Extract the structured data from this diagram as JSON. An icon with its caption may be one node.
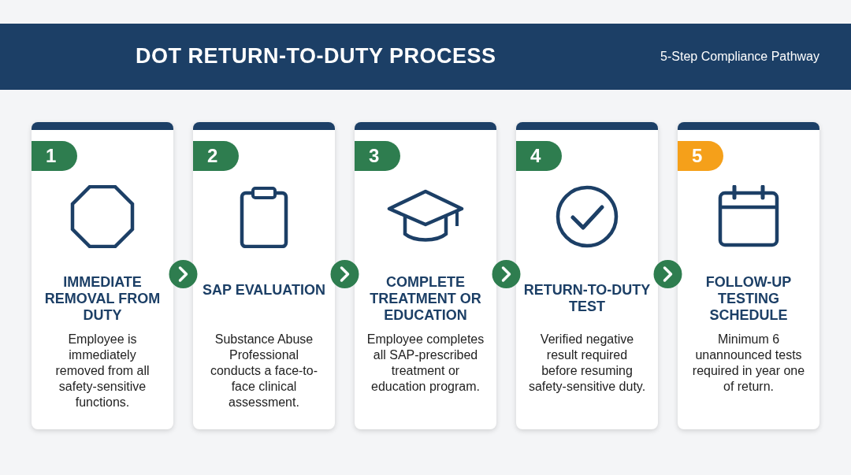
{
  "diagram": {
    "title": "DOT RETURN-TO-DUTY PROCESS",
    "nodes": [
      {
        "text": [
          "1",
          "IMMEDIATE REMOVAL FROM DUTY",
          "Employee is immediately removed from all safety-sensitive functions."
        ]
      },
      {
        "text": [
          "2",
          "SAP EVALUATION",
          "Substance Abuse Professional conducts a face-to-face clinical assessment."
        ]
      },
      {
        "text": [
          "3",
          "COMPLETE TREATMENT OR EDUCATION",
          "Employee completes all SAP-prescribed treatment or education program."
        ]
      },
      {
        "text": [
          "4",
          "RETURN-TO-DUTY TEST",
          "Verified negative result required before resuming safety-sensitive duty."
        ]
      },
      {
        "text": [
          "5",
          "FOLLOW-UP TESTING SCHEDULE",
          "Minimum 6 unannounced tests required in year one of return."
        ]
      }
    ],
    "edges": [
      {
        "from": 0,
        "to": 1,
        "arrow": "to"
      },
      {
        "from": 1,
        "to": 2,
        "arrow": "to"
      },
      {
        "from": 2,
        "to": 3,
        "arrow": "to"
      },
      {
        "from": 3,
        "to": 4,
        "arrow": "to"
      }
    ],
    "labels": [
      "5-Step Compliance Pathway"
    ]
  }
}
